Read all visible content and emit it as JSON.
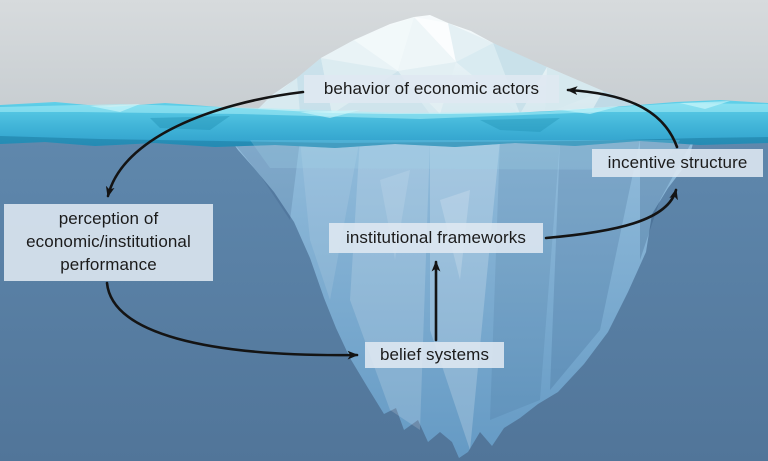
{
  "labels": {
    "behavior": {
      "text": "behavior of economic actors"
    },
    "incentive": {
      "text": "incentive structure"
    },
    "institutional": {
      "text": "institutional frameworks"
    },
    "perception": {
      "text": "perception of\neconomic/institutional\nperformance"
    },
    "belief": {
      "text": "belief systems"
    }
  },
  "arrows": [
    {
      "from": "behavior of economic actors",
      "to": "perception of economic/institutional performance"
    },
    {
      "from": "perception of economic/institutional performance",
      "to": "belief systems"
    },
    {
      "from": "belief systems",
      "to": "institutional frameworks"
    },
    {
      "from": "institutional frameworks",
      "to": "incentive structure"
    },
    {
      "from": "incentive structure",
      "to": "behavior of economic actors"
    }
  ],
  "colors": {
    "sky": "#ccd1d4",
    "water_surface": "#45bddd",
    "water_deep_top": "#6089ad",
    "water_deep_bottom": "#517599",
    "iceberg_above": "#e9f3f6",
    "iceberg_below": "#7cabce",
    "label_bg": "#dfe8f1",
    "label_text": "#1b1b1b",
    "arrow": "#141414"
  }
}
